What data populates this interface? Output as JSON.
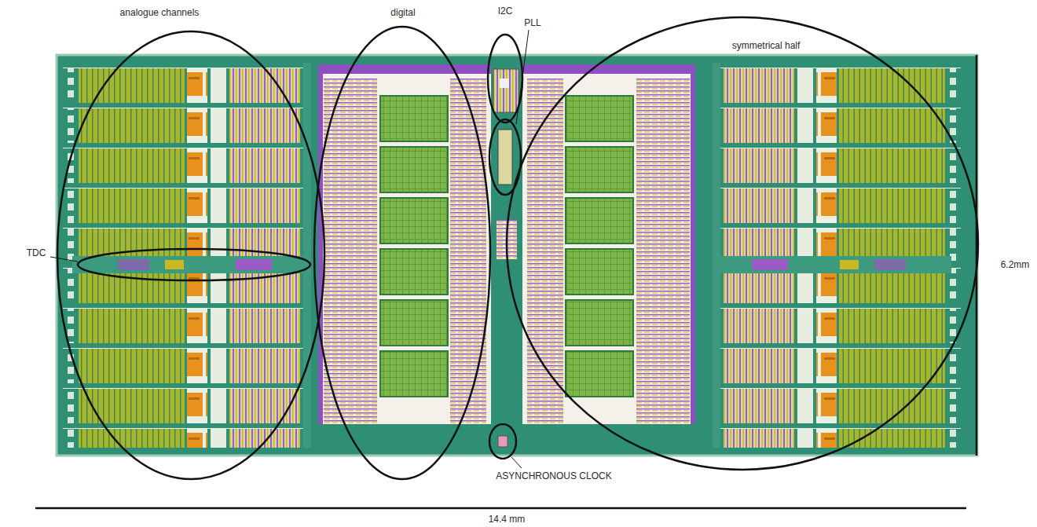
{
  "diagram": {
    "labels": [
      "analogue channels",
      "digital",
      "I2C",
      "PLL",
      "symmetrical half",
      "TDC",
      "ASYNCHRONOUS CLOCK",
      "6.2mm",
      "14.4 mm"
    ]
  }
}
